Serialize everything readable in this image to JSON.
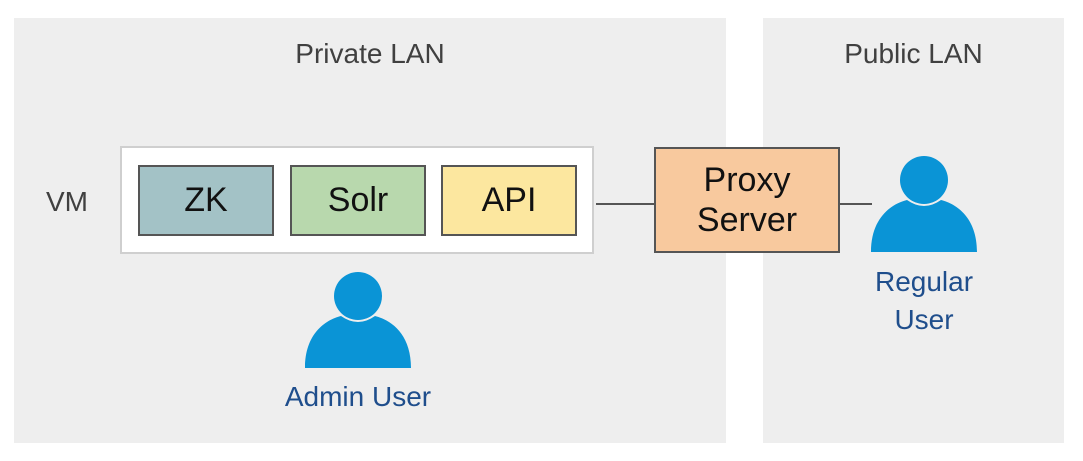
{
  "zones": {
    "private": {
      "title": "Private LAN"
    },
    "public": {
      "title": "Public LAN"
    }
  },
  "vm": {
    "label": "VM",
    "components": [
      {
        "label": "ZK",
        "color": "#a3c2c6"
      },
      {
        "label": "Solr",
        "color": "#b8d8ad"
      },
      {
        "label": "API",
        "color": "#fce79f"
      }
    ]
  },
  "proxy": {
    "line1": "Proxy",
    "line2": "Server",
    "color": "#f8c99e"
  },
  "users": {
    "regular": {
      "line1": "Regular",
      "line2": "User",
      "icon": "user-icon"
    },
    "admin": {
      "label": "Admin User",
      "icon": "user-icon"
    }
  },
  "colors": {
    "zone_background": "#eeeeee",
    "user_icon": "#0a94d6",
    "user_label": "#1f4e8c"
  }
}
